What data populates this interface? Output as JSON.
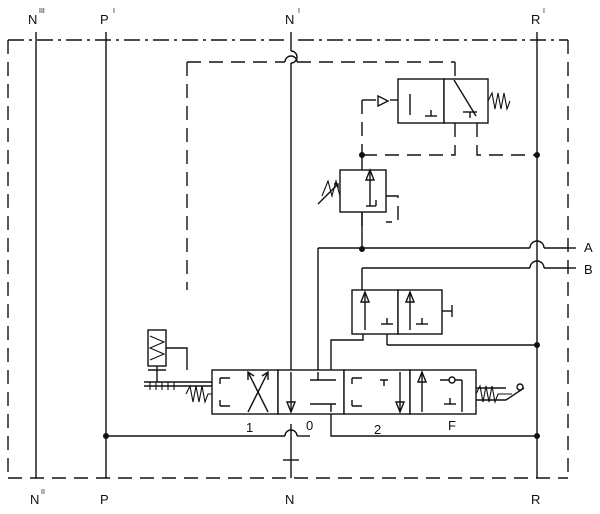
{
  "labels": {
    "top_n_left": "N",
    "top_n_left_sup": "III",
    "top_p": "P",
    "top_p_sup": "I",
    "top_n_mid": "N",
    "top_n_mid_sup": "I",
    "top_r": "R",
    "top_r_sup": "I",
    "bottom_n_left": "N",
    "bottom_n_left_sup": "II",
    "bottom_p": "P",
    "bottom_n_mid": "N",
    "bottom_r": "R",
    "port_a": "A",
    "port_b": "B",
    "pos_1": "1",
    "pos_0": "0",
    "pos_2": "2",
    "pos_f": "F"
  }
}
